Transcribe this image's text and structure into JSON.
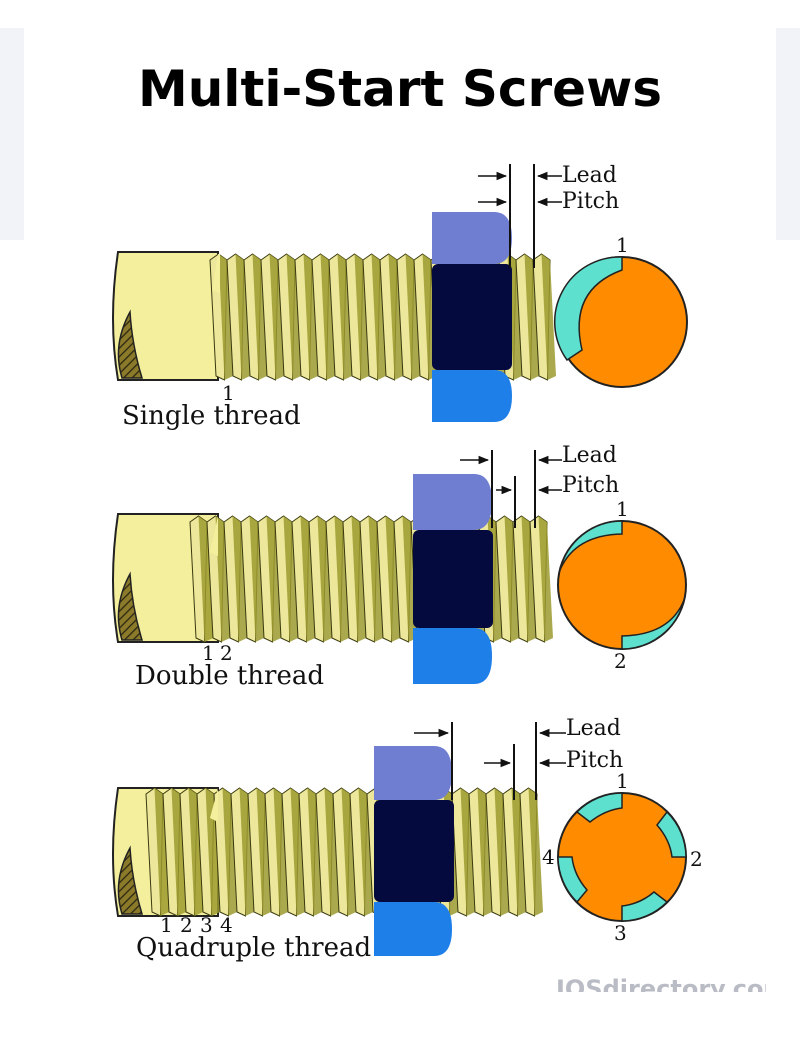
{
  "title": "Multi-Start Screws",
  "labels": {
    "lead": "Lead",
    "pitch": "Pitch"
  },
  "colors": {
    "shank": "#f4ef9c",
    "thread_light": "#ece79a",
    "thread_dark": "#9c9a2e",
    "nut_top": "#6f7ed0",
    "nut_mid": "#050a3e",
    "nut_bottom": "#1f7fe9",
    "section_core": "#ff8c00",
    "section_groove": "#5ee0cf"
  },
  "diagrams": [
    {
      "caption": "Single thread",
      "starts": 1,
      "thread_numbers": [
        "1"
      ],
      "section_numbers": [
        "1"
      ]
    },
    {
      "caption": "Double thread",
      "starts": 2,
      "thread_numbers": [
        "1",
        "2"
      ],
      "section_numbers": [
        "1",
        "2"
      ]
    },
    {
      "caption": "Quadruple thread",
      "starts": 4,
      "thread_numbers": [
        "1",
        "2",
        "3",
        "4"
      ],
      "section_numbers": [
        "1",
        "2",
        "3",
        "4"
      ]
    }
  ],
  "watermark": "IQSdirectory.com"
}
